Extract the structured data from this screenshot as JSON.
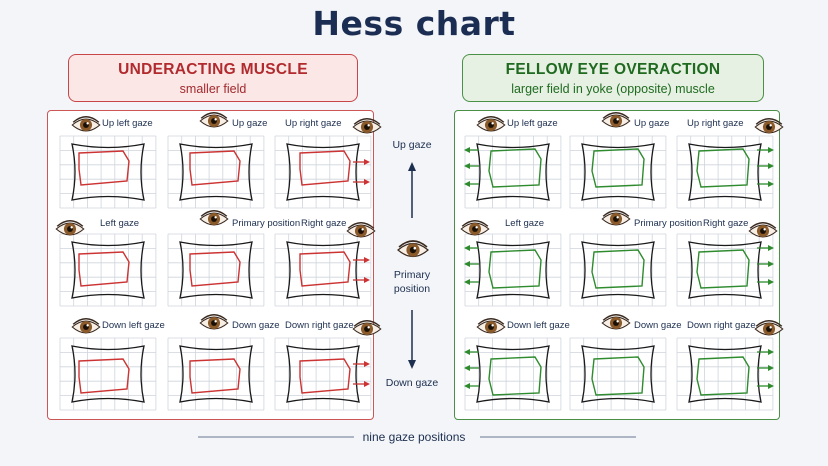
{
  "title": "Hess chart",
  "left": {
    "title": "UNDERACTING MUSCLE",
    "subtitle": "smaller field",
    "stroke_color": "#cc3333"
  },
  "right": {
    "title": "FELLOW EYE OVERACTION",
    "subtitle": "larger field in yoke (opposite) muscle",
    "stroke_color": "#2e8b2e"
  },
  "gaze_labels": {
    "up_left": "Up left gaze",
    "up": "Up gaze",
    "up_right": "Up right gaze",
    "left": "Left gaze",
    "primary": "Primary position",
    "right": "Right gaze",
    "down_left": "Down left gaze",
    "down": "Down gaze",
    "down_right": "Down right gaze"
  },
  "center": {
    "up": "Up gaze",
    "primary_line1": "Primary",
    "primary_line2": "position",
    "down": "Down gaze"
  },
  "footer": "nine gaze positions",
  "icons": [
    "eye-icon",
    "arrow-up-icon",
    "arrow-down-icon",
    "arrow-right-icon",
    "arrow-left-icon"
  ]
}
